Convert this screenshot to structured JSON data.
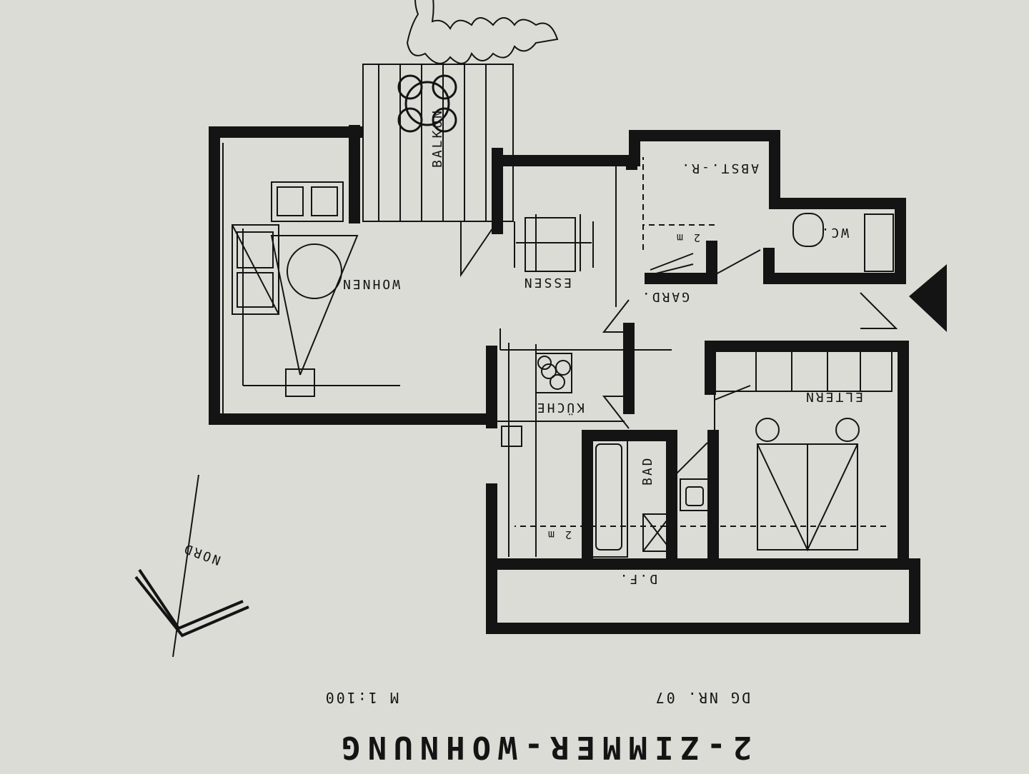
{
  "plan": {
    "title": "2-ZIMMER-WOHNUNG",
    "subtitle": "DG NR. 07",
    "scale": "M 1:100",
    "north_label": "NORD",
    "rooms": {
      "balkon": "BALKON",
      "wohnen": "WOHNEN",
      "essen": "ESSEN",
      "abstellraum": "ABST.-R.",
      "wc": "WC.",
      "garderobe": "GARD.",
      "kueche": "KÜCHE",
      "eltern": "ELTERN",
      "bad": "BAD",
      "dachflaeche": "D.F."
    },
    "dim_abst": "2 m",
    "dim_bad": "2 m",
    "colors": {
      "paper": "#dcdcd6",
      "ink": "#141414"
    }
  }
}
